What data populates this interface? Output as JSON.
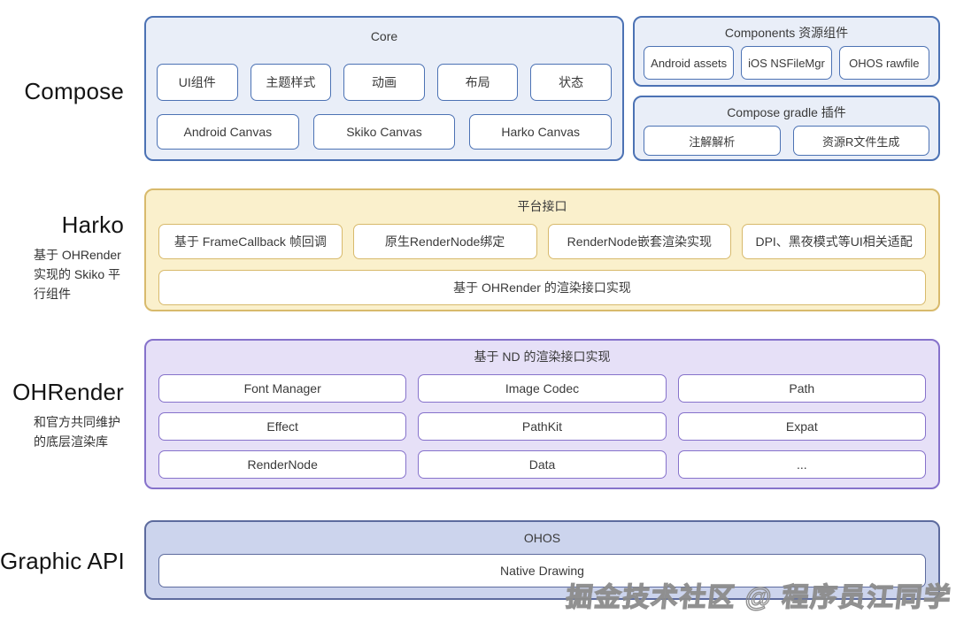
{
  "sections": {
    "compose": {
      "label": "Compose",
      "core": {
        "title": "Core",
        "row1": [
          "UI组件",
          "主题样式",
          "动画",
          "布局",
          "状态"
        ],
        "row2": [
          "Android Canvas",
          "Skiko Canvas",
          "Harko Canvas"
        ]
      },
      "components": {
        "title": "Components 资源组件",
        "items": [
          "Android assets",
          "iOS NSFileMgr",
          "OHOS rawfile"
        ]
      },
      "gradle": {
        "title": "Compose gradle 插件",
        "items": [
          "注解解析",
          "资源R文件生成"
        ]
      }
    },
    "harko": {
      "label": "Harko",
      "sublabel": "基于 OHRender 实现的 Skiko 平行组件",
      "title": "平台接口",
      "row1": [
        "基于 FrameCallback 帧回调",
        "原生RenderNode绑定",
        "RenderNode嵌套渲染实现",
        "DPI、黑夜模式等UI相关适配"
      ],
      "row2": [
        "基于 OHRender 的渲染接口实现"
      ]
    },
    "ohrender": {
      "label": "OHRender",
      "sublabel": "和官方共同维护的底层渲染库",
      "title": "基于 ND 的渲染接口实现",
      "grid": [
        "Font Manager",
        "Image Codec",
        "Path",
        "Effect",
        "PathKit",
        "Expat",
        "RenderNode",
        "Data",
        "..."
      ]
    },
    "graphic": {
      "label": "Graphic API",
      "title": "OHOS",
      "items": [
        "Native Drawing"
      ]
    }
  },
  "watermark": "掘金技术社区 @ 程序员江同学",
  "colors": {
    "blue_border": "#4c72b4",
    "blue_fill": "#e9eef8",
    "gold_border": "#d8ba6c",
    "gold_fill": "#faf0cc",
    "purple_border": "#8672cb",
    "purple_fill": "#e6e0f7",
    "slate_border": "#5d6b9e",
    "slate_fill": "#ccd4ed"
  }
}
